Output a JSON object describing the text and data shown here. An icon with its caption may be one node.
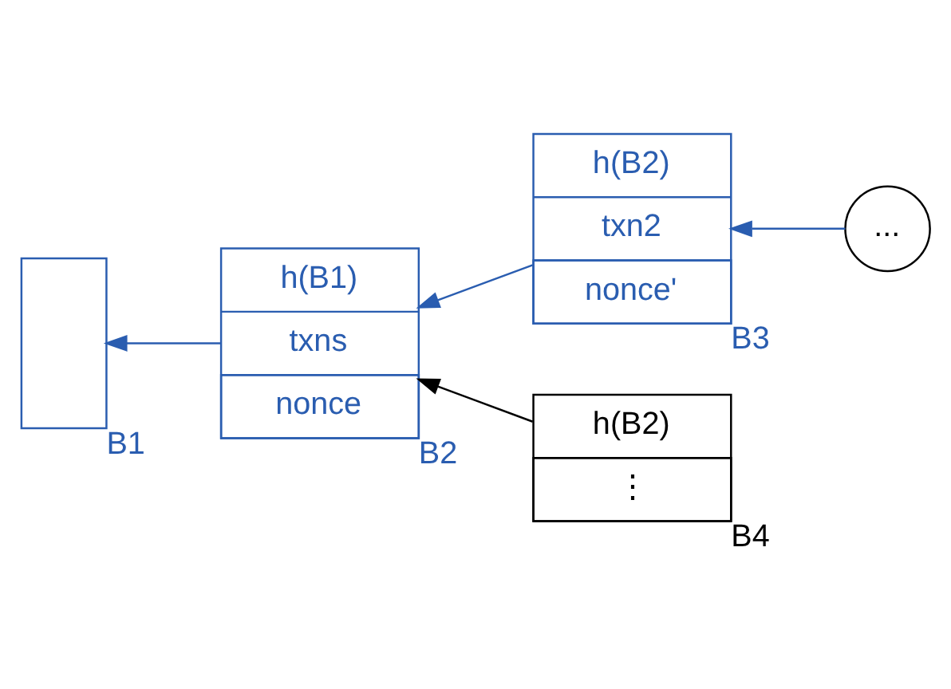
{
  "diagram": {
    "nodes": [
      {
        "text": [],
        "shape": "box",
        "beside": [
          "B1"
        ]
      },
      {
        "text": [
          "h(B1)",
          "txns",
          "nonce"
        ],
        "beside": [
          "B2"
        ]
      },
      {
        "text": [
          "h(B2)",
          "txn2",
          "nonce'"
        ],
        "beside": [
          "B3"
        ]
      },
      {
        "text": [
          "..."
        ]
      },
      {
        "text": [
          "h(B2)",
          "⋮"
        ],
        "beside": [
          "B4"
        ]
      }
    ],
    "edges": [
      {
        "from": 1,
        "to": 0,
        "arrow": "to"
      },
      {
        "from": 2,
        "to": 1,
        "arrow": "to"
      },
      {
        "from": 3,
        "to": 2,
        "arrow": "to"
      },
      {
        "from": 4,
        "to": 1,
        "arrow": "to",
        "color": "#000000"
      }
    ]
  }
}
